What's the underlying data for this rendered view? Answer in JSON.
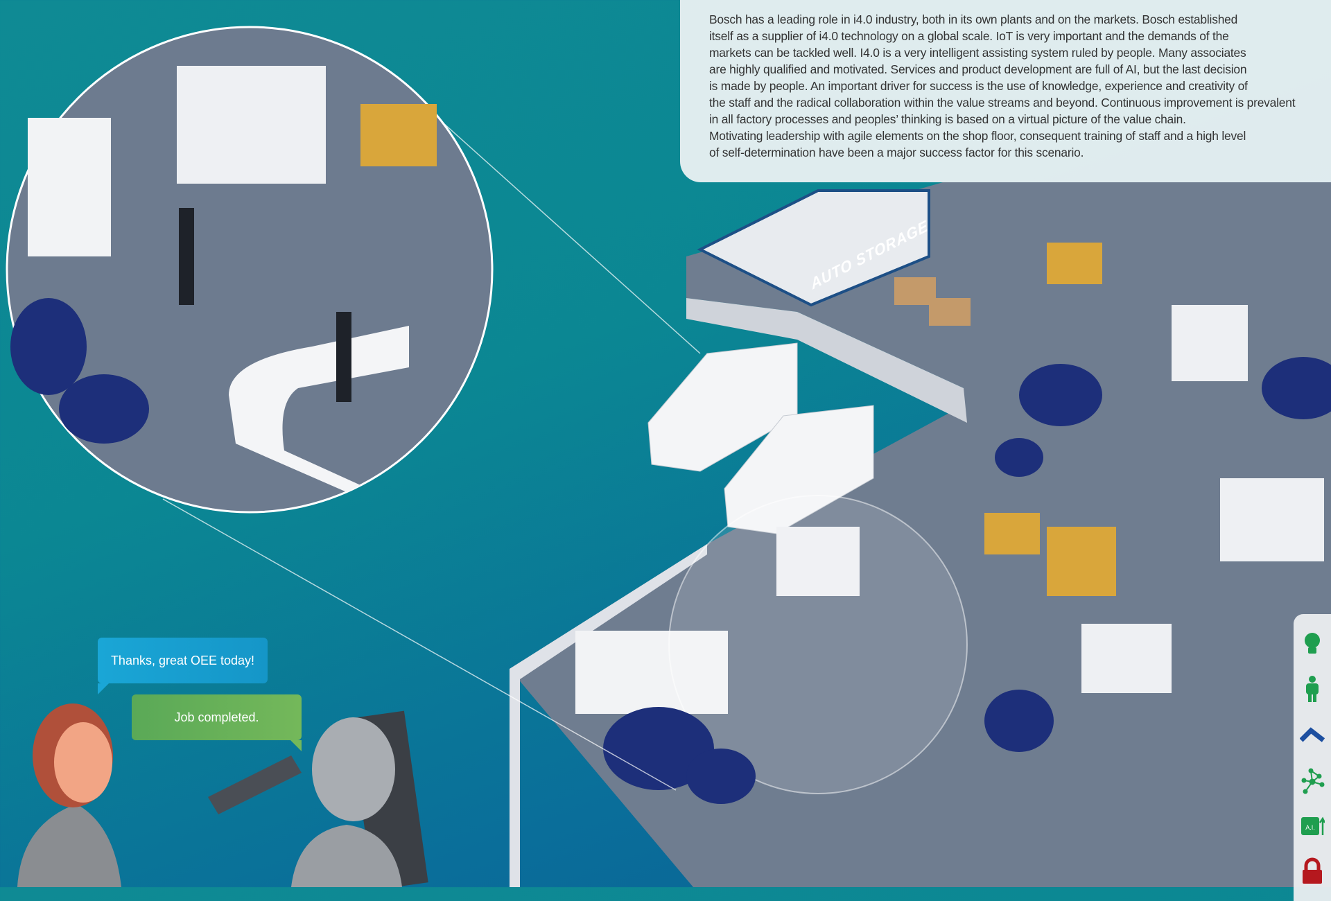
{
  "description_text": {
    "lines": [
      "Bosch has a leading role in i4.0 industry, both in its own plants and on the markets. Bosch established",
      "itself as a supplier of i4.0 technology on a global scale. IoT is very important and the demands of the",
      "markets can be tackled well. I4.0 is a very intelligent assisting system ruled by people. Many associates",
      "are highly qualified and motivated. Services and product development are full of AI, but the last decision",
      "is made by people. An important driver for success is the use of knowledge, experience and creativity of",
      "the staff and the radical collaboration within the value streams and beyond. Continuous improvement is prevalent",
      "in all factory processes and peoples’ thinking is based on a virtual picture of the value chain.",
      "Motivating leadership with agile elements on the shop floor, consequent training of staff and a high level",
      "of self-determination have been a major success factor for this scenario."
    ]
  },
  "speech": {
    "human": "Thanks, great OEE today!",
    "robot": "Job completed."
  },
  "scene": {
    "storage_label": "AUTO STORAGE"
  },
  "side_icons": [
    {
      "icon": "lightbulb-icon",
      "color": "#1f9e4f"
    },
    {
      "icon": "person-icon",
      "color": "#1f9e4f"
    },
    {
      "icon": "robot-arm-icon",
      "color": "#1d4fa0"
    },
    {
      "icon": "network-icon",
      "color": "#1f9e4f"
    },
    {
      "icon": "ai-chip-icon",
      "color": "#1f9e4f",
      "text": "A.I."
    },
    {
      "icon": "lock-icon",
      "color": "#b5181e"
    }
  ],
  "colors": {
    "background": "#0b8793",
    "floor": "#6e7c8e",
    "machine": "#eef0f3",
    "box": "#d9a63b",
    "cloud": "#1d2f7a"
  }
}
